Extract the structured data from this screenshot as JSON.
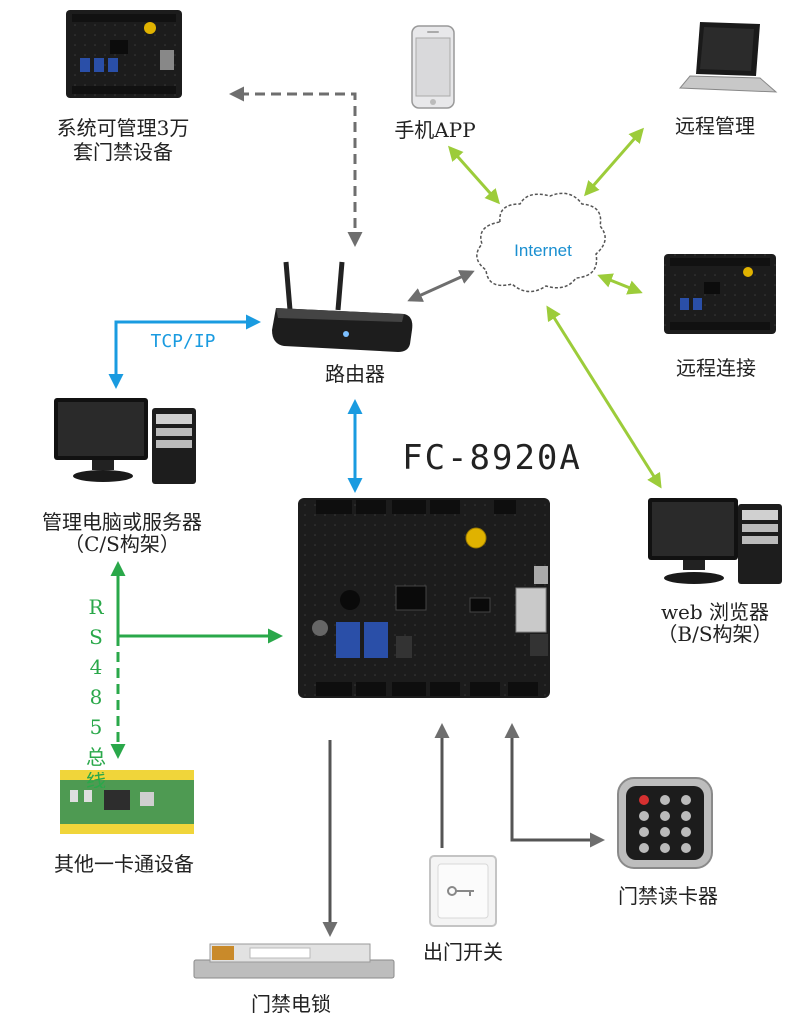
{
  "title": "FC-8920A",
  "colors": {
    "gray_arrow": "#6e6e6e",
    "blue_arrow": "#1a9be0",
    "green_arrow": "#2aa84a",
    "lime_arrow": "#9ccc3a",
    "board": "#1e1e1e"
  },
  "labels": {
    "system": "系统可管理3万",
    "system2": "套门禁设备",
    "phone": "手机APP",
    "remote_mgmt": "远程管理",
    "internet": "Internet",
    "remote_conn": "远程连接",
    "router": "路由器",
    "tcpip": "TCP/IP",
    "pc": "管理电脑或服务器",
    "pc2": "（C/S构架）",
    "web": "web 浏览器",
    "web2": "（B/S构架）",
    "rs485": [
      "R",
      "S",
      "4",
      "8",
      "5",
      "总",
      "线"
    ],
    "other": "其他一卡通设备",
    "reader": "门禁读卡器",
    "exit": "出门开关",
    "lock": "门禁电锁"
  }
}
